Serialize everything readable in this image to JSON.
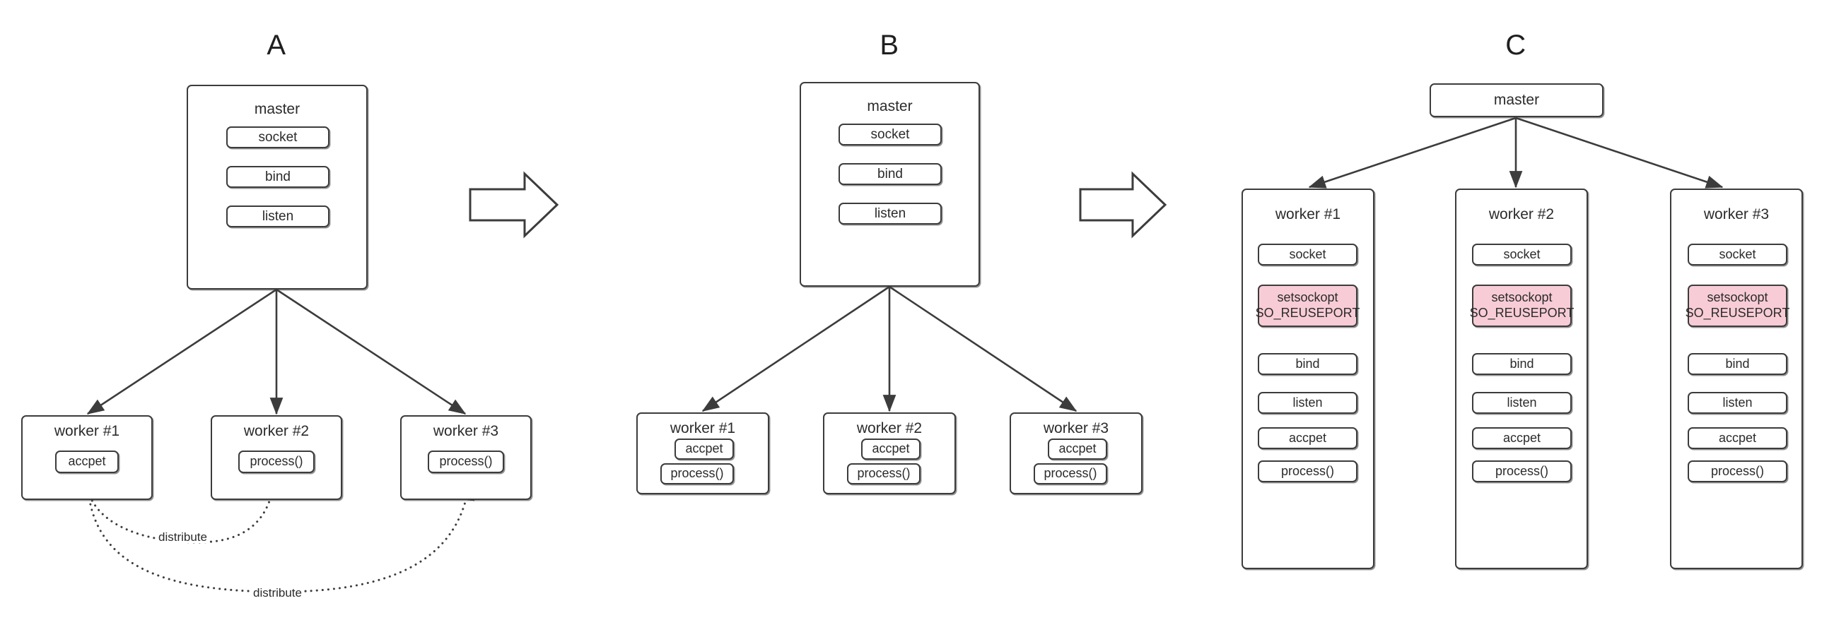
{
  "diagram": {
    "title_letters": [
      "A",
      "B",
      "C"
    ],
    "transition_icon": "block-arrow-right-icon",
    "colors": {
      "stroke": "#3c3c3c",
      "text": "#2b2b2b",
      "background": "#ffffff",
      "highlight_fill": "#f8ccd6"
    }
  },
  "panels": [
    {
      "id": "A",
      "letter": "A",
      "master": {
        "title": "master",
        "steps": [
          {
            "label": "socket"
          },
          {
            "label": "bind"
          },
          {
            "label": "listen"
          }
        ]
      },
      "workers": [
        {
          "title": "worker #1",
          "steps": [
            {
              "label": "accpet"
            }
          ]
        },
        {
          "title": "worker #2",
          "steps": [
            {
              "label": "process()"
            }
          ]
        },
        {
          "title": "worker #3",
          "steps": [
            {
              "label": "process()"
            }
          ]
        }
      ],
      "edge_labels": [
        "distribute",
        "distribute"
      ]
    },
    {
      "id": "B",
      "letter": "B",
      "master": {
        "title": "master",
        "steps": [
          {
            "label": "socket"
          },
          {
            "label": "bind"
          },
          {
            "label": "listen"
          }
        ]
      },
      "workers": [
        {
          "title": "worker #1",
          "steps": [
            {
              "label": "accpet"
            },
            {
              "label": "process()"
            }
          ]
        },
        {
          "title": "worker #2",
          "steps": [
            {
              "label": "accpet"
            },
            {
              "label": "process()"
            }
          ]
        },
        {
          "title": "worker #3",
          "steps": [
            {
              "label": "accpet"
            },
            {
              "label": "process()"
            }
          ]
        }
      ],
      "edge_labels": []
    },
    {
      "id": "C",
      "letter": "C",
      "master": {
        "title": "master",
        "steps": []
      },
      "workers": [
        {
          "title": "worker #1",
          "steps": [
            {
              "label": "socket"
            },
            {
              "label": "setsockopt\nSO_REUSEPORT",
              "highlight": true
            },
            {
              "label": "bind"
            },
            {
              "label": "listen"
            },
            {
              "label": "accpet"
            },
            {
              "label": "process()"
            }
          ]
        },
        {
          "title": "worker #2",
          "steps": [
            {
              "label": "socket"
            },
            {
              "label": "setsockopt\nSO_REUSEPORT",
              "highlight": true
            },
            {
              "label": "bind"
            },
            {
              "label": "listen"
            },
            {
              "label": "accpet"
            },
            {
              "label": "process()"
            }
          ]
        },
        {
          "title": "worker #3",
          "steps": [
            {
              "label": "socket"
            },
            {
              "label": "setsockopt\nSO_REUSEPORT",
              "highlight": true
            },
            {
              "label": "bind"
            },
            {
              "label": "listen"
            },
            {
              "label": "accpet"
            },
            {
              "label": "process()"
            }
          ]
        }
      ],
      "edge_labels": []
    }
  ]
}
